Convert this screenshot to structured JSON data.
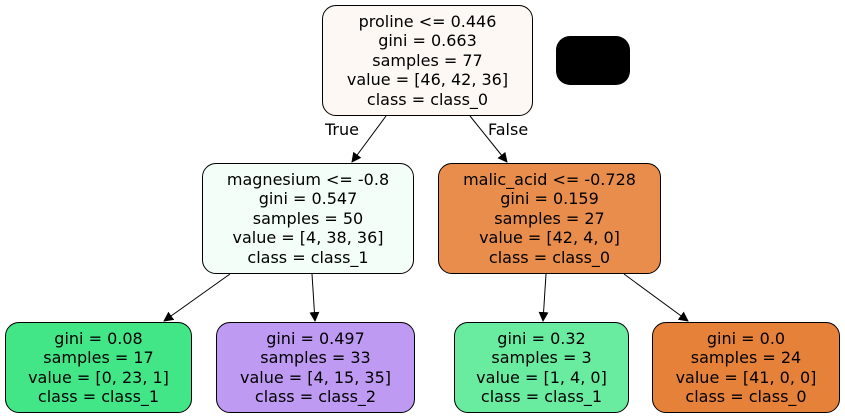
{
  "nodes": {
    "root": {
      "lines": [
        "proline <= 0.446",
        "gini = 0.663",
        "samples = 77",
        "value = [46, 42, 36]",
        "class = class_0"
      ],
      "color": "#fef8f4"
    },
    "left": {
      "lines": [
        "magnesium <= -0.8",
        "gini = 0.547",
        "samples = 50",
        "value = [4, 38, 36]",
        "class = class_1"
      ],
      "color": "#f4fef8"
    },
    "right": {
      "lines": [
        "malic_acid <= -0.728",
        "gini = 0.159",
        "samples = 27",
        "value = [42, 4, 0]",
        "class = class_0"
      ],
      "color": "#e88d4c"
    },
    "leaf1": {
      "lines": [
        "gini = 0.08",
        "samples = 17",
        "value = [0, 23, 1]",
        "class = class_1"
      ],
      "color": "#43e687"
    },
    "leaf2": {
      "lines": [
        "gini = 0.497",
        "samples = 33",
        "value = [4, 15, 35]",
        "class = class_2"
      ],
      "color": "#be9af2"
    },
    "leaf3": {
      "lines": [
        "gini = 0.32",
        "samples = 3",
        "value = [1, 4, 0]",
        "class = class_1"
      ],
      "color": "#6aeca0"
    },
    "leaf4": {
      "lines": [
        "gini = 0.0",
        "samples = 24",
        "value = [41, 0, 0]",
        "class = class_0"
      ],
      "color": "#e58139"
    }
  },
  "edge_labels": {
    "true_label": "True",
    "false_label": "False"
  }
}
